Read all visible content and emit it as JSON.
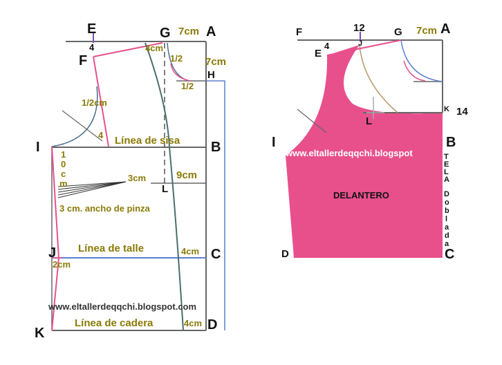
{
  "left_pattern": {
    "point_labels": {
      "E": "E",
      "G": "G",
      "A": "A",
      "F": "F",
      "H": "H",
      "I": "I",
      "B": "B",
      "L": "L",
      "J": "J",
      "C": "C",
      "K": "K",
      "D": "D"
    },
    "measure_labels": {
      "e_mark": "4",
      "top_7cm": "7cm",
      "side_7cm": "7cm",
      "g_4cm": "4cm",
      "half_1": "1/2",
      "half_2": "1/2",
      "half_cm": "1/2cm",
      "sisa_4": "4",
      "dart_3cm": "3cm",
      "side_9cm": "9cm",
      "vert_1": "1",
      "vert_0": "0",
      "vert_c": "c",
      "vert_m": "m",
      "waist_4cm": "4cm",
      "k_2cm": "2cm",
      "hip_4cm": "4cm"
    },
    "lines": {
      "sisa": "Línea de sisa",
      "dart_width": "3 cm. ancho de pinza",
      "talle": "Línea de talle",
      "cadera": "Línea de cadera"
    },
    "watermark": "www.eltallerdeqqchi.blogspot.com"
  },
  "right_pattern": {
    "point_labels": {
      "F": "F",
      "n12": "12",
      "G": "G",
      "A": "A",
      "E": "E",
      "J": "J",
      "K": "K",
      "n14": "14",
      "L": "L",
      "I": "I",
      "B": "B",
      "D": "D",
      "C": "C"
    },
    "measure_labels": {
      "top_7cm": "7cm",
      "e_mark": "4"
    },
    "piece_name": "DELANTERO",
    "watermark": "www.eltallerdeqqchi.blogspot",
    "fold_letters": [
      "T",
      "E",
      "L",
      "A",
      "D",
      "o",
      "b",
      "l",
      "a",
      "d",
      "a"
    ]
  },
  "colors": {
    "fabric_pink": "#e8508c",
    "pattern_line_pink": "#e8508c",
    "frame_blue": "#5a7fcf",
    "guide_gray": "#666666",
    "curve_teal": "#4a6e6e",
    "label_olive": "#8a7a06"
  }
}
